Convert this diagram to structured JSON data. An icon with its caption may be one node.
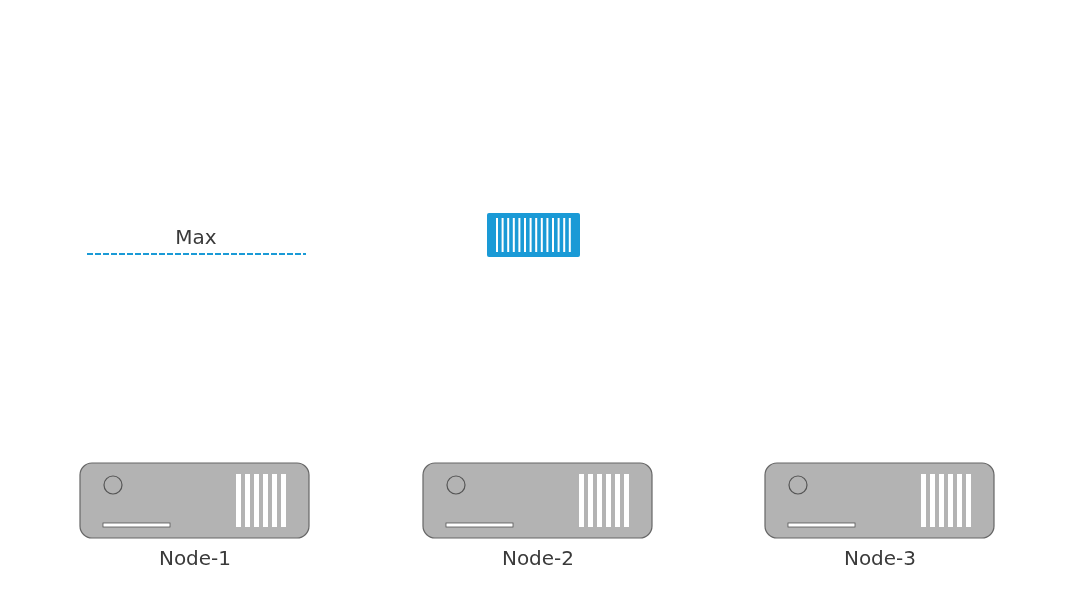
{
  "diagram": {
    "nodes": [
      {
        "text": [
          "Node-1"
        ]
      },
      {
        "text": [
          "Node-2"
        ]
      },
      {
        "text": [
          "Node-3"
        ]
      }
    ],
    "edges": [],
    "labels": [
      "Max"
    ]
  }
}
